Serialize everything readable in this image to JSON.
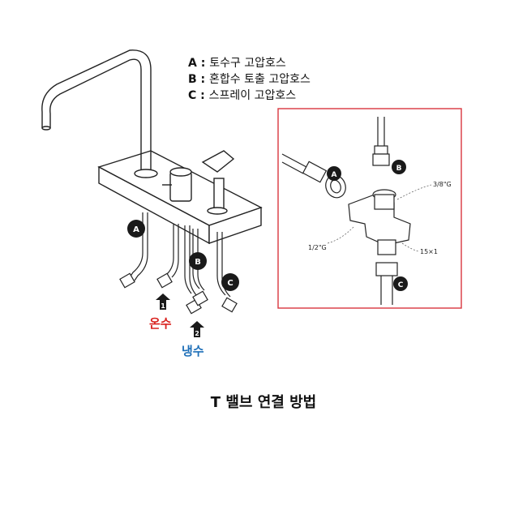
{
  "legend": [
    {
      "letter": "A",
      "text": "토수구 고압호스"
    },
    {
      "letter": "B",
      "text": "혼합수 토출 고압호스"
    },
    {
      "letter": "C",
      "text": "스프레이 고압호스"
    }
  ],
  "callouts": {
    "a": "A",
    "b": "B",
    "c": "C"
  },
  "arrows": {
    "hot_num": "1",
    "cold_num": "2"
  },
  "labels": {
    "hot": "온수",
    "cold": "냉수"
  },
  "detail": {
    "thread_top": "3/8\"G",
    "thread_left": "1/2\"G",
    "thread_bottom": "15×1"
  },
  "caption": "T 밸브 연결 방법",
  "colors": {
    "frame": "#d9363e",
    "hot": "#d9231f",
    "cold": "#1e6fb8",
    "line": "#222222"
  }
}
